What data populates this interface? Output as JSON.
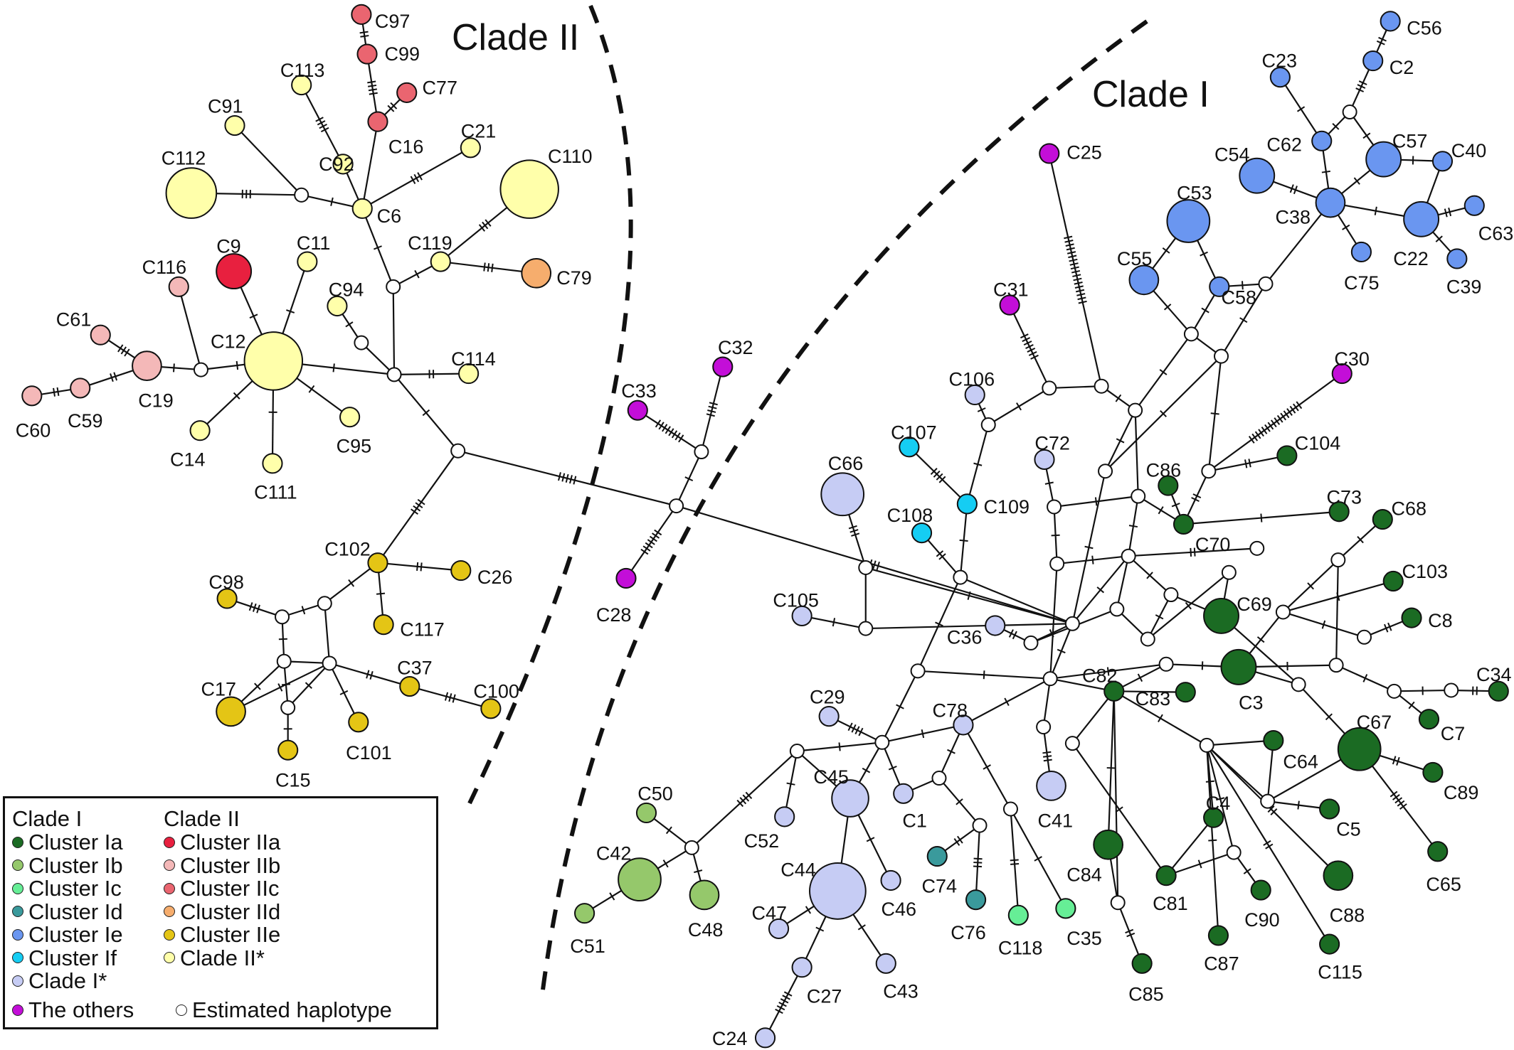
{
  "titles": {
    "clade_II": "Clade II",
    "clade_I": "Clade I"
  },
  "colors": {
    "Ia": "#1b6b23",
    "Ib": "#95c86b",
    "Ic": "#66ee96",
    "Id": "#3a9a9c",
    "Ie": "#6a96f0",
    "If": "#15cdf3",
    "Istar": "#c6ccf4",
    "IIa": "#e8203f",
    "IIb": "#f4b8b8",
    "IIc": "#ea6570",
    "IId": "#f6ad6d",
    "IIe": "#e4c515",
    "IIstar": "#ffffaa",
    "others": "#c30ed8",
    "est": "#ffffff"
  },
  "legend": {
    "clade_I_header": "Clade I",
    "clade_II_header": "Clade II",
    "clade_I_items": [
      {
        "key": "Ia",
        "label": "Cluster Ia"
      },
      {
        "key": "Ib",
        "label": "Cluster Ib"
      },
      {
        "key": "Ic",
        "label": "Cluster Ic"
      },
      {
        "key": "Id",
        "label": "Cluster Id"
      },
      {
        "key": "Ie",
        "label": "Cluster Ie"
      },
      {
        "key": "If",
        "label": "Cluster If"
      },
      {
        "key": "Istar",
        "label": "Clade I*"
      }
    ],
    "clade_II_items": [
      {
        "key": "IIa",
        "label": "Cluster IIa"
      },
      {
        "key": "IIb",
        "label": "Cluster IIb"
      },
      {
        "key": "IIc",
        "label": "Cluster IIc"
      },
      {
        "key": "IId",
        "label": "Cluster IId"
      },
      {
        "key": "IIe",
        "label": "Cluster IIe"
      },
      {
        "key": "IIstar",
        "label": "Clade II*"
      }
    ],
    "others_label": "The others",
    "estimated_label": "Estimated haplotype"
  },
  "haplotypes": [
    {
      "id": "C97",
      "group": "IIc"
    },
    {
      "id": "C99",
      "group": "IIc"
    },
    {
      "id": "C77",
      "group": "IIc"
    },
    {
      "id": "C16",
      "group": "IIc"
    },
    {
      "id": "C113",
      "group": "IIstar"
    },
    {
      "id": "C91",
      "group": "IIstar"
    },
    {
      "id": "C92",
      "group": "IIstar"
    },
    {
      "id": "C21",
      "group": "IIstar"
    },
    {
      "id": "C112",
      "group": "IIstar"
    },
    {
      "id": "C6",
      "group": "IIstar"
    },
    {
      "id": "C110",
      "group": "IIstar"
    },
    {
      "id": "C9",
      "group": "IIa"
    },
    {
      "id": "C11",
      "group": "IIstar"
    },
    {
      "id": "C119",
      "group": "IIstar"
    },
    {
      "id": "C79",
      "group": "IId"
    },
    {
      "id": "C116",
      "group": "IIb"
    },
    {
      "id": "C94",
      "group": "IIstar"
    },
    {
      "id": "C61",
      "group": "IIb"
    },
    {
      "id": "C12",
      "group": "IIstar"
    },
    {
      "id": "C19",
      "group": "IIb"
    },
    {
      "id": "C114",
      "group": "IIstar"
    },
    {
      "id": "C60",
      "group": "IIb"
    },
    {
      "id": "C59",
      "group": "IIb"
    },
    {
      "id": "C95",
      "group": "IIstar"
    },
    {
      "id": "C14",
      "group": "IIstar"
    },
    {
      "id": "C111",
      "group": "IIstar"
    },
    {
      "id": "C102",
      "group": "IIe"
    },
    {
      "id": "C26",
      "group": "IIe"
    },
    {
      "id": "C98",
      "group": "IIe"
    },
    {
      "id": "C117",
      "group": "IIe"
    },
    {
      "id": "C37",
      "group": "IIe"
    },
    {
      "id": "C17",
      "group": "IIe"
    },
    {
      "id": "C100",
      "group": "IIe"
    },
    {
      "id": "C101",
      "group": "IIe"
    },
    {
      "id": "C15",
      "group": "IIe"
    },
    {
      "id": "C32",
      "group": "others"
    },
    {
      "id": "C33",
      "group": "others"
    },
    {
      "id": "C28",
      "group": "others"
    },
    {
      "id": "C25",
      "group": "others"
    },
    {
      "id": "C31",
      "group": "others"
    },
    {
      "id": "C30",
      "group": "others"
    },
    {
      "id": "C56",
      "group": "Ie"
    },
    {
      "id": "C23",
      "group": "Ie"
    },
    {
      "id": "C2",
      "group": "Ie"
    },
    {
      "id": "C62",
      "group": "Ie"
    },
    {
      "id": "C57",
      "group": "Ie"
    },
    {
      "id": "C40",
      "group": "Ie"
    },
    {
      "id": "C54",
      "group": "Ie"
    },
    {
      "id": "C53",
      "group": "Ie"
    },
    {
      "id": "C38",
      "group": "Ie"
    },
    {
      "id": "C63",
      "group": "Ie"
    },
    {
      "id": "C22",
      "group": "Ie"
    },
    {
      "id": "C55",
      "group": "Ie"
    },
    {
      "id": "C58",
      "group": "Ie"
    },
    {
      "id": "C75",
      "group": "Ie"
    },
    {
      "id": "C39",
      "group": "Ie"
    },
    {
      "id": "C106",
      "group": "Istar"
    },
    {
      "id": "C107",
      "group": "If"
    },
    {
      "id": "C72",
      "group": "Istar"
    },
    {
      "id": "C109",
      "group": "If"
    },
    {
      "id": "C108",
      "group": "If"
    },
    {
      "id": "C66",
      "group": "Istar"
    },
    {
      "id": "C105",
      "group": "Istar"
    },
    {
      "id": "C36",
      "group": "Istar"
    },
    {
      "id": "C29",
      "group": "Istar"
    },
    {
      "id": "C78",
      "group": "Istar"
    },
    {
      "id": "C41",
      "group": "Istar"
    },
    {
      "id": "C45",
      "group": "Istar"
    },
    {
      "id": "C1",
      "group": "Istar"
    },
    {
      "id": "C52",
      "group": "Istar"
    },
    {
      "id": "C44",
      "group": "Istar"
    },
    {
      "id": "C46",
      "group": "Istar"
    },
    {
      "id": "C47",
      "group": "Istar"
    },
    {
      "id": "C27",
      "group": "Istar"
    },
    {
      "id": "C43",
      "group": "Istar"
    },
    {
      "id": "C24",
      "group": "Istar"
    },
    {
      "id": "C74",
      "group": "Id"
    },
    {
      "id": "C76",
      "group": "Id"
    },
    {
      "id": "C118",
      "group": "Ic"
    },
    {
      "id": "C35",
      "group": "Ic"
    },
    {
      "id": "C50",
      "group": "Ib"
    },
    {
      "id": "C42",
      "group": "Ib"
    },
    {
      "id": "C48",
      "group": "Ib"
    },
    {
      "id": "C51",
      "group": "Ib"
    },
    {
      "id": "C104",
      "group": "Ia"
    },
    {
      "id": "C86",
      "group": "Ia"
    },
    {
      "id": "C70",
      "group": "Ia"
    },
    {
      "id": "C73",
      "group": "Ia"
    },
    {
      "id": "C68",
      "group": "Ia"
    },
    {
      "id": "C103",
      "group": "Ia"
    },
    {
      "id": "C69",
      "group": "Ia"
    },
    {
      "id": "C8",
      "group": "Ia"
    },
    {
      "id": "C3",
      "group": "Ia"
    },
    {
      "id": "C34",
      "group": "Ia"
    },
    {
      "id": "C82",
      "group": "Ia"
    },
    {
      "id": "C83",
      "group": "Ia"
    },
    {
      "id": "C7",
      "group": "Ia"
    },
    {
      "id": "C67",
      "group": "Ia"
    },
    {
      "id": "C64",
      "group": "Ia"
    },
    {
      "id": "C89",
      "group": "Ia"
    },
    {
      "id": "C4",
      "group": "Ia"
    },
    {
      "id": "C5",
      "group": "Ia"
    },
    {
      "id": "C65",
      "group": "Ia"
    },
    {
      "id": "C84",
      "group": "Ia"
    },
    {
      "id": "C81",
      "group": "Ia"
    },
    {
      "id": "C90",
      "group": "Ia"
    },
    {
      "id": "C88",
      "group": "Ia"
    },
    {
      "id": "C87",
      "group": "Ia"
    },
    {
      "id": "C115",
      "group": "Ia"
    },
    {
      "id": "C85",
      "group": "Ia"
    }
  ]
}
